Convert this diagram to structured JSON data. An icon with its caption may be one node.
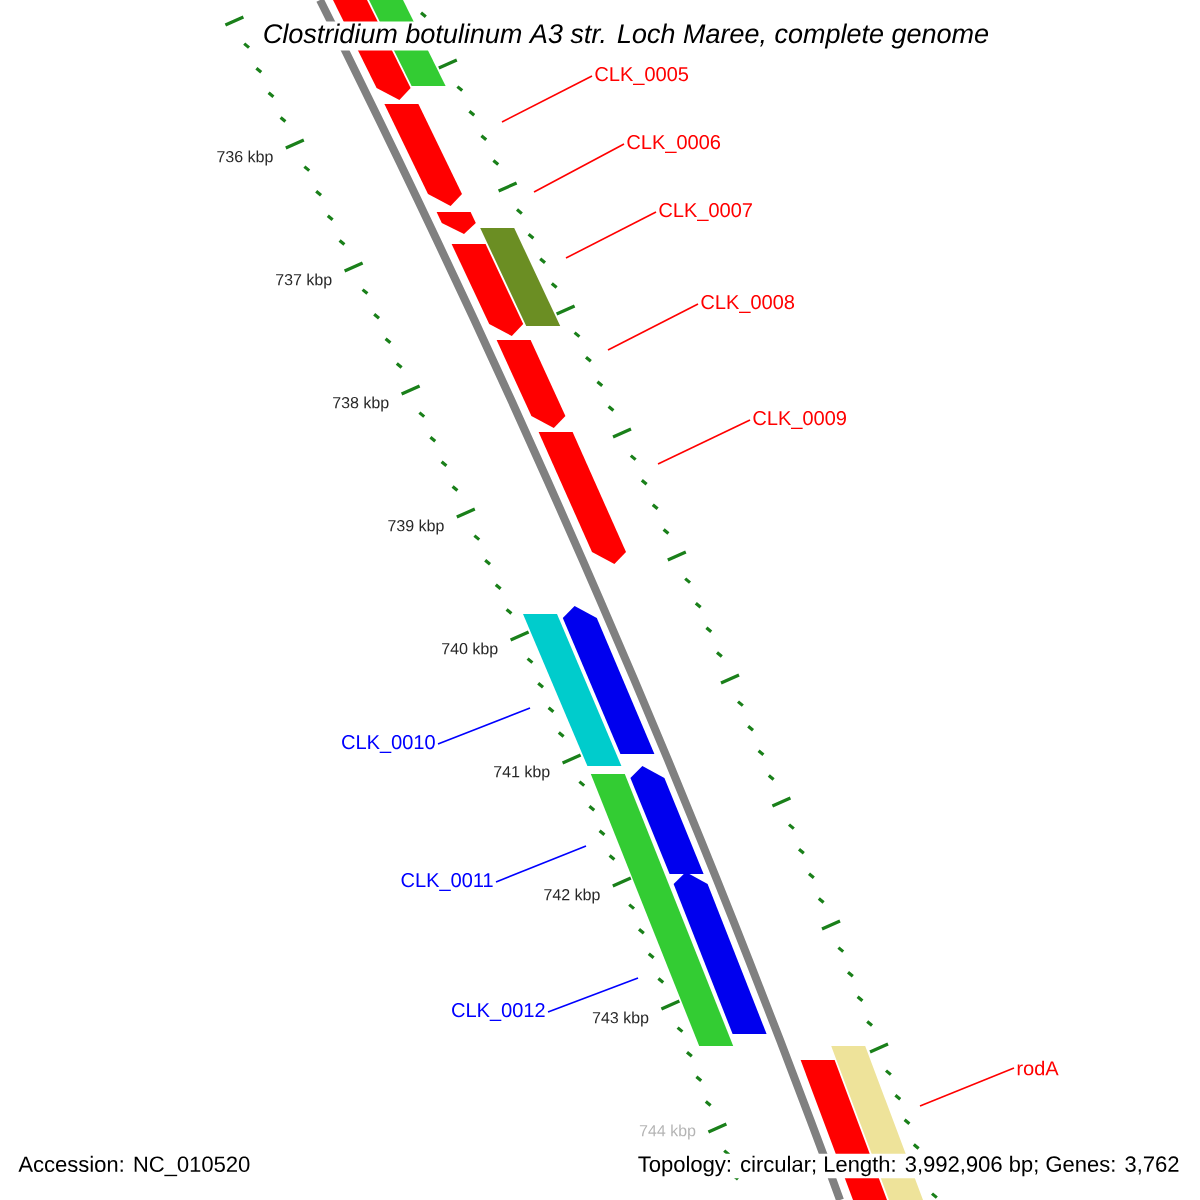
{
  "diagram": {
    "title": "Clostridium botulinum A3 str. Loch Maree, complete genome",
    "nodes": [
      {
        "text": [
          "CLK_0005"
        ]
      },
      {
        "text": [
          "CLK_0006"
        ]
      },
      {
        "text": [
          "CLK_0007"
        ]
      },
      {
        "text": [
          "CLK_0008"
        ]
      },
      {
        "text": [
          "CLK_0009"
        ]
      },
      {
        "text": [
          "CLK_0010"
        ]
      },
      {
        "text": [
          "CLK_0011"
        ]
      },
      {
        "text": [
          "CLK_0012"
        ]
      },
      {
        "text": [
          "rodA"
        ]
      }
    ],
    "edges": [
      {
        "from": 0,
        "to": null,
        "arrow": "none"
      },
      {
        "from": 1,
        "to": null,
        "arrow": "none"
      },
      {
        "from": 2,
        "to": null,
        "arrow": "none"
      },
      {
        "from": 3,
        "to": null,
        "arrow": "none"
      },
      {
        "from": 4,
        "to": null,
        "arrow": "none"
      },
      {
        "from": 5,
        "to": null,
        "arrow": "none",
        "color": "#0000ff"
      },
      {
        "from": 6,
        "to": null,
        "arrow": "none",
        "color": "#0000ff"
      },
      {
        "from": 7,
        "to": null,
        "arrow": "none",
        "color": "#0000ff"
      },
      {
        "from": 8,
        "to": null,
        "arrow": "none"
      }
    ],
    "labels": [
      "736 kbp",
      "737 kbp",
      "738 kbp",
      "739 kbp",
      "740 kbp",
      "741 kbp",
      "742 kbp",
      "743 kbp",
      "744 kbp",
      "Accession: NC_010520",
      "Topology: circular; Length: 3,992,906 bp; Genes: 3,762"
    ]
  }
}
